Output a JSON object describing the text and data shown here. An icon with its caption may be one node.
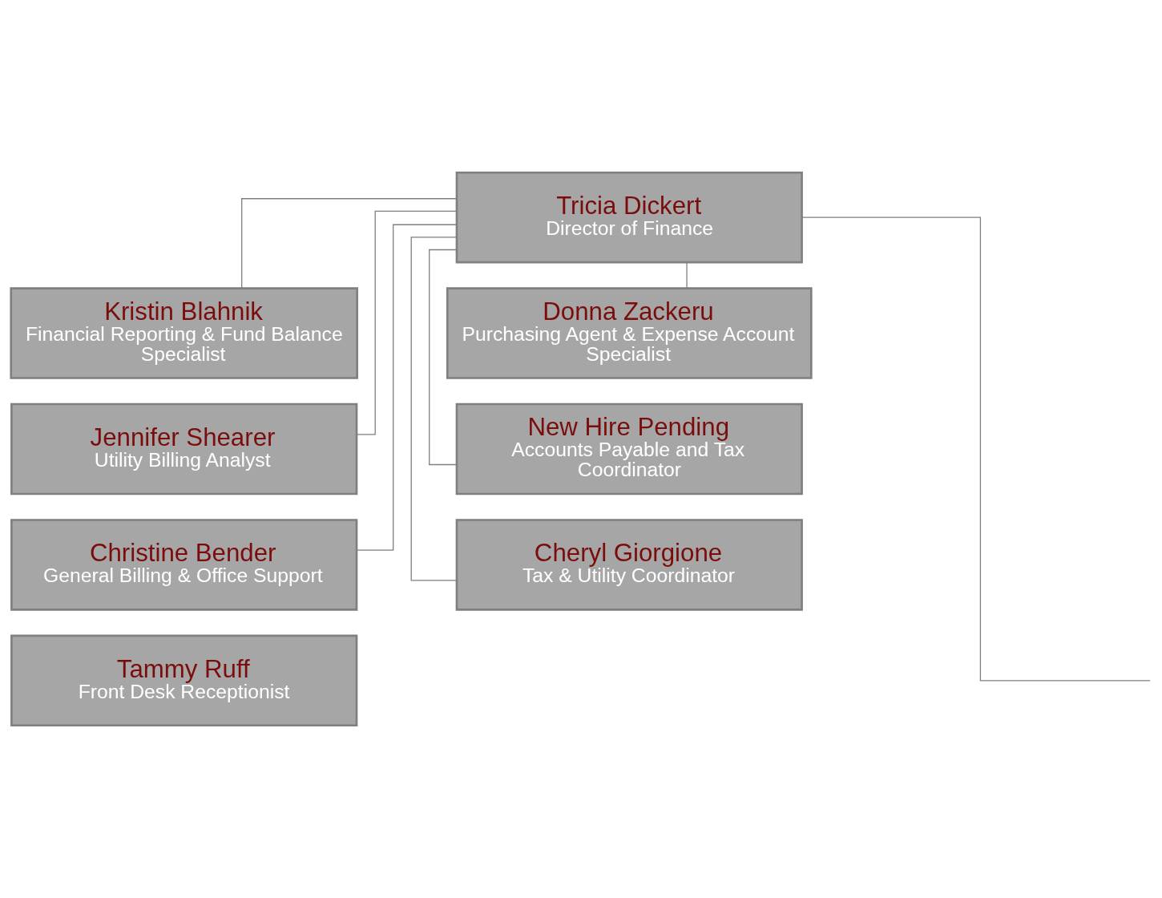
{
  "diagram": {
    "nodes": [
      {
        "text": [
          "Tricia Dickert",
          "Director of Finance"
        ]
      },
      {
        "text": [
          "Kristin Blahnik",
          "Financial Reporting & Fund Balance Specialist"
        ]
      },
      {
        "text": [
          "Donna Zackeru",
          "Purchasing Agent & Expense Account Specialist"
        ]
      },
      {
        "text": [
          "Jennifer Shearer",
          "Utility Billing Analyst"
        ]
      },
      {
        "text": [
          "New Hire Pending",
          "Accounts Payable and Tax Coordinator"
        ]
      },
      {
        "text": [
          "Christine Bender",
          "General Billing & Office Support"
        ]
      },
      {
        "text": [
          "Cheryl Giorgione",
          "Tax & Utility Coordinator"
        ]
      },
      {
        "text": [
          "Tammy Ruff",
          "Front Desk Receptionist"
        ]
      }
    ],
    "edges": [
      {
        "from": 0,
        "to": 1,
        "arrow": "none"
      },
      {
        "from": 0,
        "to": 2,
        "arrow": "none"
      },
      {
        "from": 0,
        "to": 3,
        "arrow": "none"
      },
      {
        "from": 0,
        "to": 4,
        "arrow": "none"
      },
      {
        "from": 0,
        "to": 5,
        "arrow": "none"
      },
      {
        "from": 0,
        "to": 6,
        "arrow": "none"
      },
      {
        "from": 0,
        "to": null,
        "arrow": "none"
      }
    ]
  }
}
